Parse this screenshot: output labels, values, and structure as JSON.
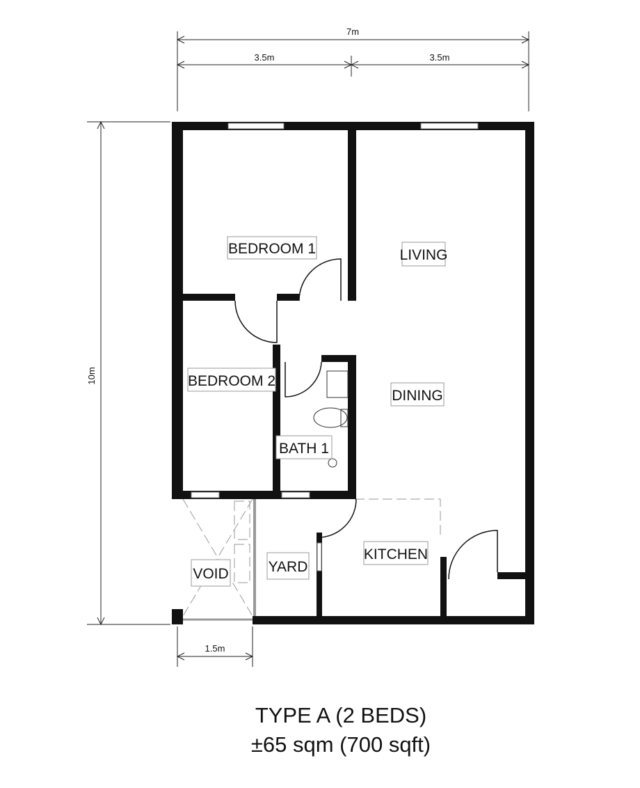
{
  "dimensions": {
    "total_width": "7m",
    "left_half": "3.5m",
    "right_half": "3.5m",
    "depth": "10m",
    "void_width": "1.5m"
  },
  "rooms": {
    "bedroom1": "BEDROOM 1",
    "bedroom2": "BEDROOM 2",
    "living": "LIVING",
    "dining": "DINING",
    "bath1": "BATH 1",
    "kitchen": "KITCHEN",
    "yard": "YARD",
    "void": "VOID"
  },
  "title": {
    "type": "TYPE A (2 BEDS)",
    "area": "±65 sqm (700 sqft)"
  }
}
